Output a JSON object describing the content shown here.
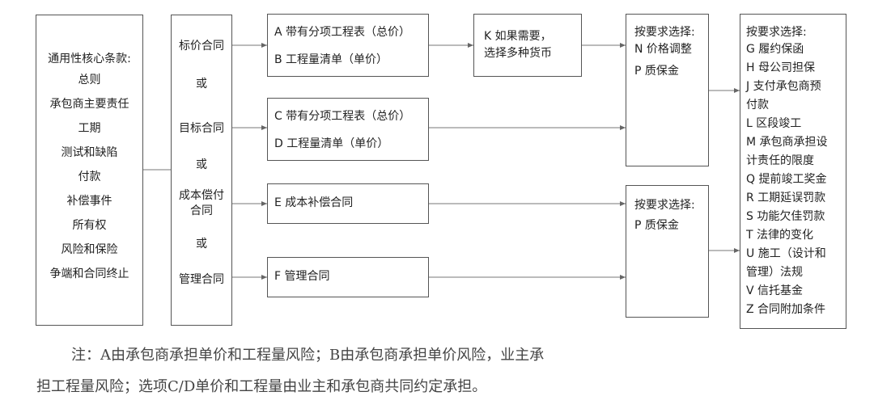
{
  "core": {
    "title": "通用性核心条款:",
    "items": [
      "总则",
      "承包商主要责任",
      "工期",
      "测试和缺陷",
      "付款",
      "补偿事件",
      "所有权",
      "风险和保险",
      "争端和合同终止"
    ]
  },
  "contract_types": {
    "items": [
      "标价合同",
      "或",
      "目标合同",
      "或",
      "成本偿付",
      "合同",
      "或",
      "管理合同"
    ]
  },
  "options": {
    "ab": [
      "A 带有分项工程表（总价）",
      "B 工程量清单（单价）"
    ],
    "cd": [
      "C 带有分项工程表（总价）",
      "D 工程量清单（单价）"
    ],
    "e": "E 成本补偿合同",
    "f": "F 管理合同"
  },
  "k_box": [
    "K 如果需要，",
    "选择多种货币"
  ],
  "select1": [
    "按要求选择:",
    "N 价格调整",
    "P 质保金"
  ],
  "select2": [
    "按要求选择:",
    "P 质保金"
  ],
  "select3": {
    "title": "按要求选择:",
    "items": [
      "G 履约保函",
      "H 母公司担保",
      "J 支付承包商预",
      "付款",
      "L 区段竣工",
      "M 承包商承担设",
      "计责任的限度",
      "Q 提前竣工奖金",
      "R 工期延误罚款",
      "S 功能欠佳罚款",
      "T 法律的变化",
      "U 施工（设计和",
      "管理）法规",
      "V 信托基金",
      "Z 合同附加条件"
    ]
  },
  "note": {
    "line1": "注：A由承包商承担单价和工程量风险；B由承包商承担单价风险，业主承",
    "line2": "担工程量风险；选项C/D单价和工程量由业主和承包商共同约定承担。"
  }
}
